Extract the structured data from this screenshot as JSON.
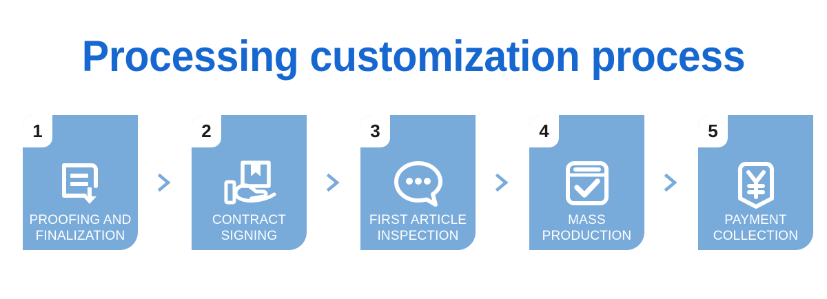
{
  "page": {
    "background_color": "#ffffff",
    "title": "Processing customization process",
    "title_color": "#1668d0",
    "card_color": "#78aada",
    "chevron_color": "#78aada",
    "label_color": "#ffffff",
    "number_color": "#1a1a1a"
  },
  "separator": {
    "glyph": ">",
    "icon_name": "chevron-right-icon"
  },
  "steps": [
    {
      "number": "1",
      "label": "PROOFING AND\nFINALIZATION",
      "icon": "document-download-icon"
    },
    {
      "number": "2",
      "label": "CONTRACT\nSIGNING",
      "icon": "hand-holding-package-icon"
    },
    {
      "number": "3",
      "label": "FIRST  ARTICLE\nINSPECTION",
      "icon": "chat-bubble-dots-icon"
    },
    {
      "number": "4",
      "label": "MASS\nPRODUCTION",
      "icon": "calendar-check-icon"
    },
    {
      "number": "5",
      "label": "PAYMENT\nCOLLECTION",
      "icon": "yen-banner-icon"
    }
  ]
}
